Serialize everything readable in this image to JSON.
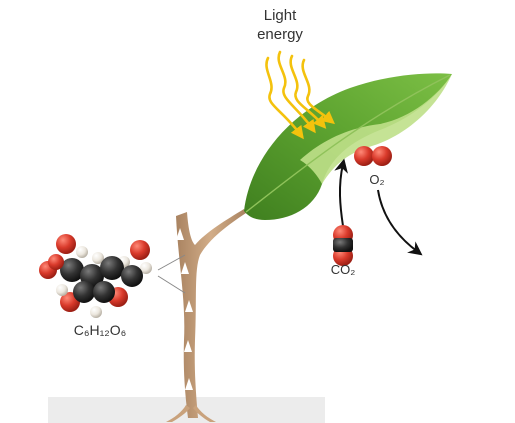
{
  "labels": {
    "light_line1": "Light",
    "light_line2": "energy",
    "oxygen": "O₂",
    "carbon_dioxide": "CO₂",
    "glucose": "C₆H₁₂O₆"
  },
  "colors": {
    "leaf": "#5a9e2c",
    "leaf_light": "#b8dc82",
    "stem": "#c9a27c",
    "sunlight": "#f4c20d",
    "carbon_atom": "#2f2f2f",
    "oxygen_atom": "#d93a2b",
    "hydrogen_atom": "#f1ede6",
    "ground": "#ececec"
  }
}
